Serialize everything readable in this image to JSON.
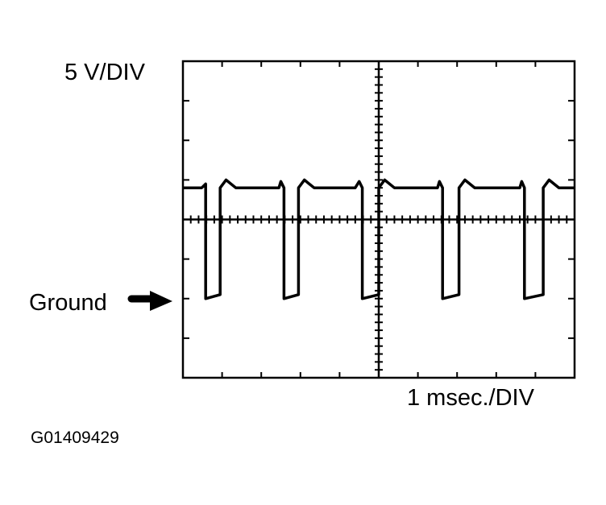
{
  "labels": {
    "volts_per_div": "5 V/DIV",
    "ground": "Ground",
    "time_per_div": "1 msec./DIV",
    "figure_id": "G01409429"
  },
  "chart_data": {
    "type": "line",
    "title": "",
    "xlabel": "1 msec./DIV",
    "ylabel": "5 V/DIV",
    "grid": false,
    "axis_style": "oscilloscope graticule, center crosshair with minor ticks",
    "x_divisions": 10,
    "y_divisions": 8,
    "xlim_ms": [
      0,
      10
    ],
    "ylim_volts_rel_ground": [
      -10,
      30
    ],
    "ground_reference_level_div_below_top": 6,
    "annotations": [
      {
        "text": "Ground",
        "type": "arrow",
        "points_to_volts": 0
      }
    ],
    "series": [
      {
        "name": "waveform",
        "description": "pulse train, high ~14V, low ~0V (ground), period ~2 ms, low time ~0.4 ms",
        "x_ms": [
          0.0,
          0.48,
          0.58,
          0.58,
          0.95,
          0.95,
          1.1,
          1.35,
          2.45,
          2.5,
          2.58,
          2.58,
          2.95,
          2.95,
          3.1,
          3.35,
          4.4,
          4.5,
          4.58,
          4.58,
          5.0,
          5.0,
          5.15,
          5.4,
          6.5,
          6.55,
          6.63,
          6.63,
          7.05,
          7.05,
          7.2,
          7.45,
          8.6,
          8.65,
          8.72,
          8.72,
          9.2,
          9.2,
          9.35,
          9.6,
          10.0
        ],
        "volts": [
          14.0,
          14.0,
          14.5,
          0.0,
          0.5,
          14.0,
          15.0,
          14.0,
          14.0,
          14.8,
          14.0,
          0.0,
          0.5,
          14.0,
          15.0,
          14.0,
          14.0,
          14.8,
          14.0,
          0.0,
          0.5,
          14.0,
          15.0,
          14.0,
          14.0,
          14.8,
          14.0,
          0.0,
          0.5,
          14.0,
          15.0,
          14.0,
          14.0,
          14.8,
          14.0,
          0.0,
          0.5,
          14.0,
          15.0,
          14.0,
          14.0
        ]
      }
    ]
  }
}
